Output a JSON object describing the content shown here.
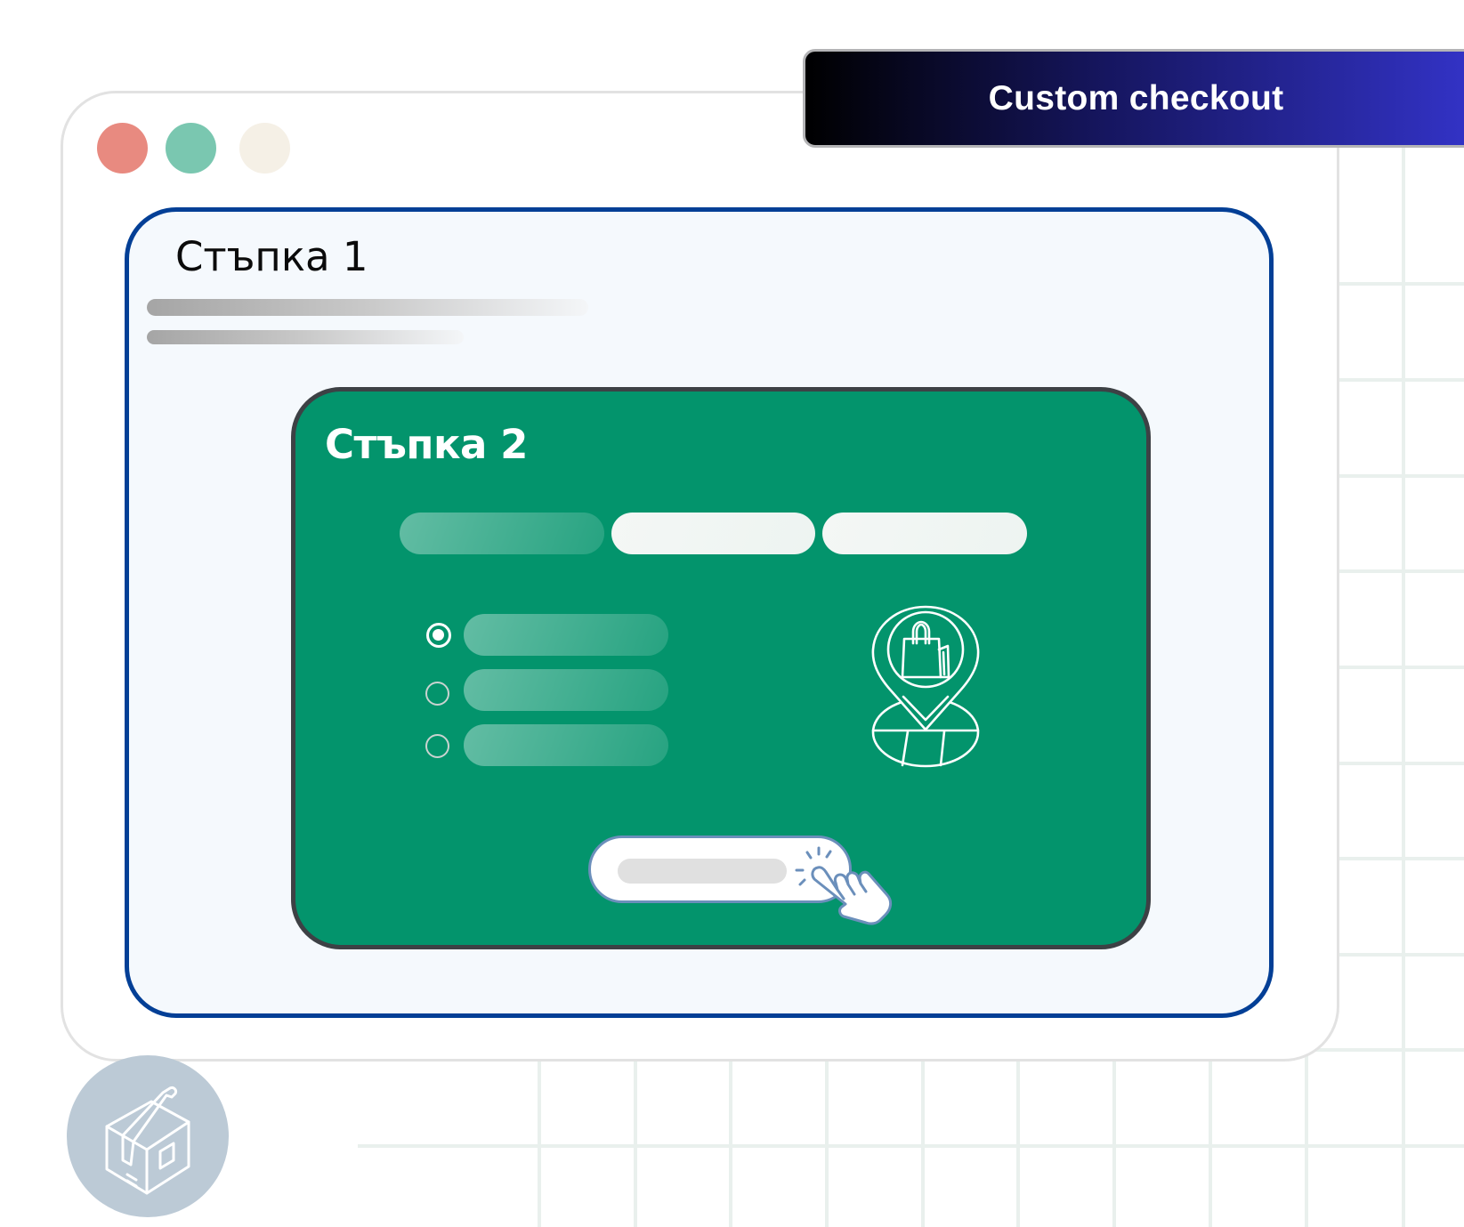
{
  "banner": {
    "label": "Custom checkout",
    "gradient_start": "#000000",
    "gradient_end": "#3333c8"
  },
  "window": {
    "controls": [
      {
        "name": "close",
        "color": "#e88a80"
      },
      {
        "name": "minimize",
        "color": "#7ac7b0"
      },
      {
        "name": "maximize",
        "color": "#f5f0e6"
      }
    ]
  },
  "step1": {
    "title": "Стъпка 1",
    "border_color": "#033f96",
    "background": "#f5f9fd",
    "placeholder_lines": 2
  },
  "step2": {
    "title": "Стъпка 2",
    "background": "#03946c",
    "border_color": "#3d4145",
    "tabs": [
      {
        "state": "active"
      },
      {
        "state": "inactive"
      },
      {
        "state": "inactive"
      }
    ],
    "options": [
      {
        "selected": true
      },
      {
        "selected": false
      },
      {
        "selected": false
      }
    ],
    "illustration_icon": "location-pin-shopping-bag-icon",
    "cta": {
      "icon": "pointer-hand-click-icon",
      "border_color": "#6b8fbb"
    }
  },
  "badge": {
    "icon": "package-box-icon",
    "background": "#bccad6"
  }
}
